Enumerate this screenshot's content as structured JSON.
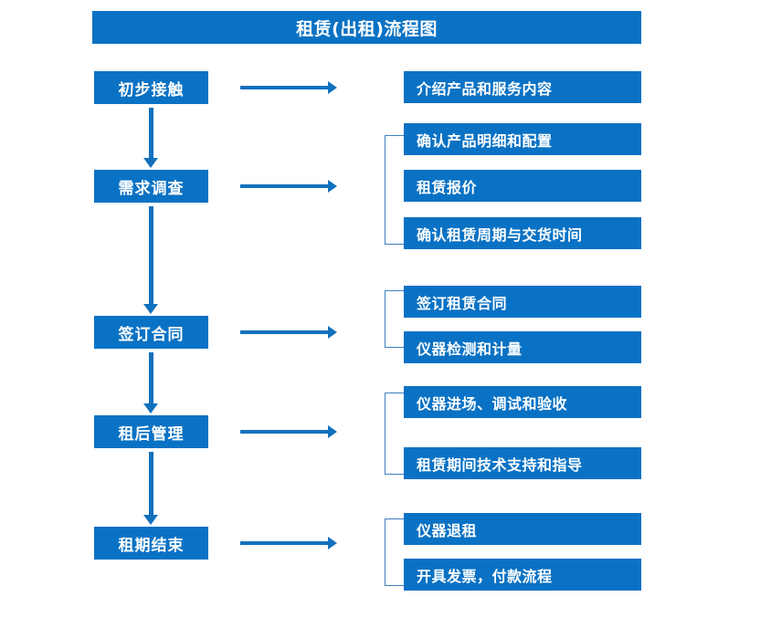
{
  "title": "租赁(出租)流程图",
  "colors": {
    "primary": "#0a72c4",
    "arrow": "#1271bd",
    "bracket": "#3c7fbe",
    "text": "#ffffff",
    "background": "#ffffff"
  },
  "stages": [
    {
      "label": "初步接触"
    },
    {
      "label": "需求调查"
    },
    {
      "label": "签订合同"
    },
    {
      "label": "租后管理"
    },
    {
      "label": "租期结束"
    }
  ],
  "details": [
    {
      "label": "介绍产品和服务内容"
    },
    {
      "label": "确认产品明细和配置"
    },
    {
      "label": "租赁报价"
    },
    {
      "label": "确认租赁周期与交货时间"
    },
    {
      "label": "签订租赁合同"
    },
    {
      "label": "仪器检测和计量"
    },
    {
      "label": "仪器进场、调试和验收"
    },
    {
      "label": "租赁期间技术支持和指导"
    },
    {
      "label": "仪器退租"
    },
    {
      "label": "开具发票，付款流程"
    }
  ]
}
